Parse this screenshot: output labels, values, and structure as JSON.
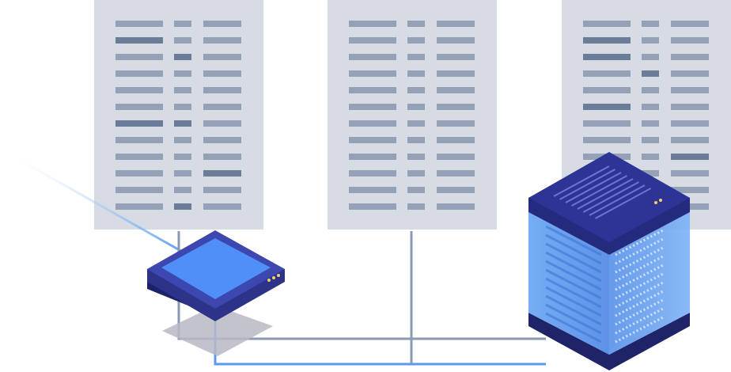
{
  "colors": {
    "background": "#ffffff",
    "panel": "#d7dce4",
    "bar_light": "#94a1b6",
    "bar_dark": "#6a7c98",
    "cable_gray": "#8a9ab4",
    "cable_blue": "#5b9af0",
    "router_top": "#4f8ff7",
    "router_body": "#2c3388",
    "router_dark": "#1e226a",
    "server_top": "#2d3495",
    "server_side_glass": "#5d97ea",
    "led": "#f5cf6a",
    "antenna": "#d8c386",
    "shadow": "#b9b8c6"
  },
  "icons": {
    "table_panels": "data-table-sheet-icon",
    "router": "network-router-icon",
    "server": "server-rack-icon",
    "connection": "network-cable-icon"
  },
  "panels": [
    {
      "name": "data-panel-left",
      "rows": [
        [
          "l",
          "l",
          "l"
        ],
        [
          "d",
          "l",
          "l"
        ],
        [
          "l",
          "d",
          "l"
        ],
        [
          "l",
          "l",
          "l"
        ],
        [
          "l",
          "l",
          "l"
        ],
        [
          "l",
          "l",
          "l"
        ],
        [
          "d",
          "d",
          "l"
        ],
        [
          "l",
          "l",
          "l"
        ],
        [
          "l",
          "l",
          "l"
        ],
        [
          "l",
          "l",
          "d"
        ],
        [
          "l",
          "l",
          "l"
        ],
        [
          "l",
          "d",
          "l"
        ]
      ]
    },
    {
      "name": "data-panel-center",
      "rows": [
        [
          "l",
          "l",
          "l"
        ],
        [
          "l",
          "l",
          "l"
        ],
        [
          "l",
          "l",
          "l"
        ],
        [
          "l",
          "l",
          "l"
        ],
        [
          "l",
          "l",
          "l"
        ],
        [
          "l",
          "l",
          "l"
        ],
        [
          "l",
          "l",
          "l"
        ],
        [
          "l",
          "l",
          "l"
        ],
        [
          "l",
          "l",
          "l"
        ],
        [
          "l",
          "l",
          "l"
        ],
        [
          "l",
          "l",
          "l"
        ],
        [
          "l",
          "l",
          "l"
        ]
      ]
    },
    {
      "name": "data-panel-right",
      "rows": [
        [
          "l",
          "l",
          "l"
        ],
        [
          "d",
          "l",
          "l"
        ],
        [
          "d",
          "l",
          "l"
        ],
        [
          "l",
          "d",
          "l"
        ],
        [
          "l",
          "l",
          "l"
        ],
        [
          "d",
          "l",
          "l"
        ],
        [
          "l",
          "l",
          "l"
        ],
        [
          "l",
          "l",
          "l"
        ],
        [
          "l",
          "l",
          "d"
        ],
        [
          "l",
          "l",
          "l"
        ],
        [
          "l",
          "l",
          "l"
        ],
        [
          "l",
          "l",
          "l"
        ]
      ]
    }
  ]
}
